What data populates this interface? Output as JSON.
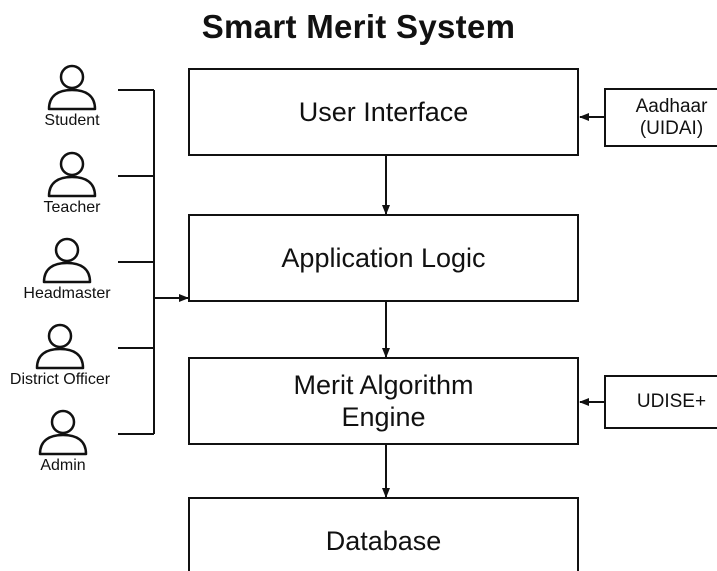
{
  "title": "Smart Merit System",
  "actors": [
    {
      "label": "Student",
      "icon": "person-icon"
    },
    {
      "label": "Teacher",
      "icon": "person-icon"
    },
    {
      "label": "Headmaster",
      "icon": "person-icon"
    },
    {
      "label": "District Officer",
      "icon": "person-icon"
    },
    {
      "label": "Admin",
      "icon": "person-icon"
    }
  ],
  "layers": [
    {
      "label_1": "User Interface",
      "label_2": ""
    },
    {
      "label_1": "Application Logic",
      "label_2": ""
    },
    {
      "label_1": "Merit Algorithm",
      "label_2": "Engine"
    },
    {
      "label_1": "Database",
      "label_2": ""
    }
  ],
  "external": [
    {
      "label_1": "Aadhaar",
      "label_2": "(UIDAI)"
    },
    {
      "label_1": "UDISE+",
      "label_2": ""
    }
  ],
  "colors": {
    "line": "#111111",
    "background": "#ffffff"
  }
}
